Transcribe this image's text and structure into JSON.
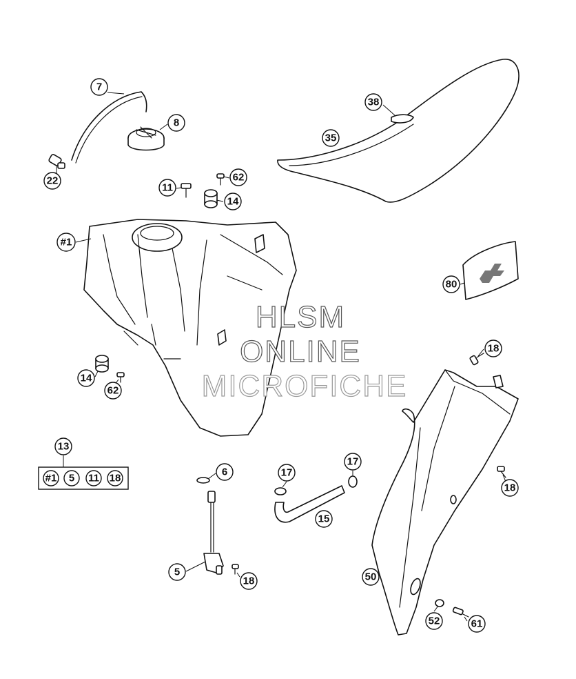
{
  "watermark": {
    "line1": "HLSM",
    "line2": "ONLINE",
    "line3": "MICROFICHE"
  },
  "callouts": {
    "c7": "7",
    "c8": "8",
    "c22": "22",
    "c38": "38",
    "c35": "35",
    "c11": "11",
    "c62a": "62",
    "c14a": "14",
    "c1": "#1",
    "c80": "80",
    "c18a": "18",
    "c14b": "14",
    "c62b": "62",
    "c13": "13",
    "c6": "6",
    "c17a": "17",
    "c17b": "17",
    "c15": "15",
    "c18b": "18",
    "c5": "5",
    "c18c": "18",
    "c50": "50",
    "c52": "52",
    "c61": "61"
  },
  "kit": {
    "items": [
      "#1",
      "5",
      "11",
      "18"
    ]
  },
  "icons": {
    "sticker": "ktm-logo-decal"
  }
}
